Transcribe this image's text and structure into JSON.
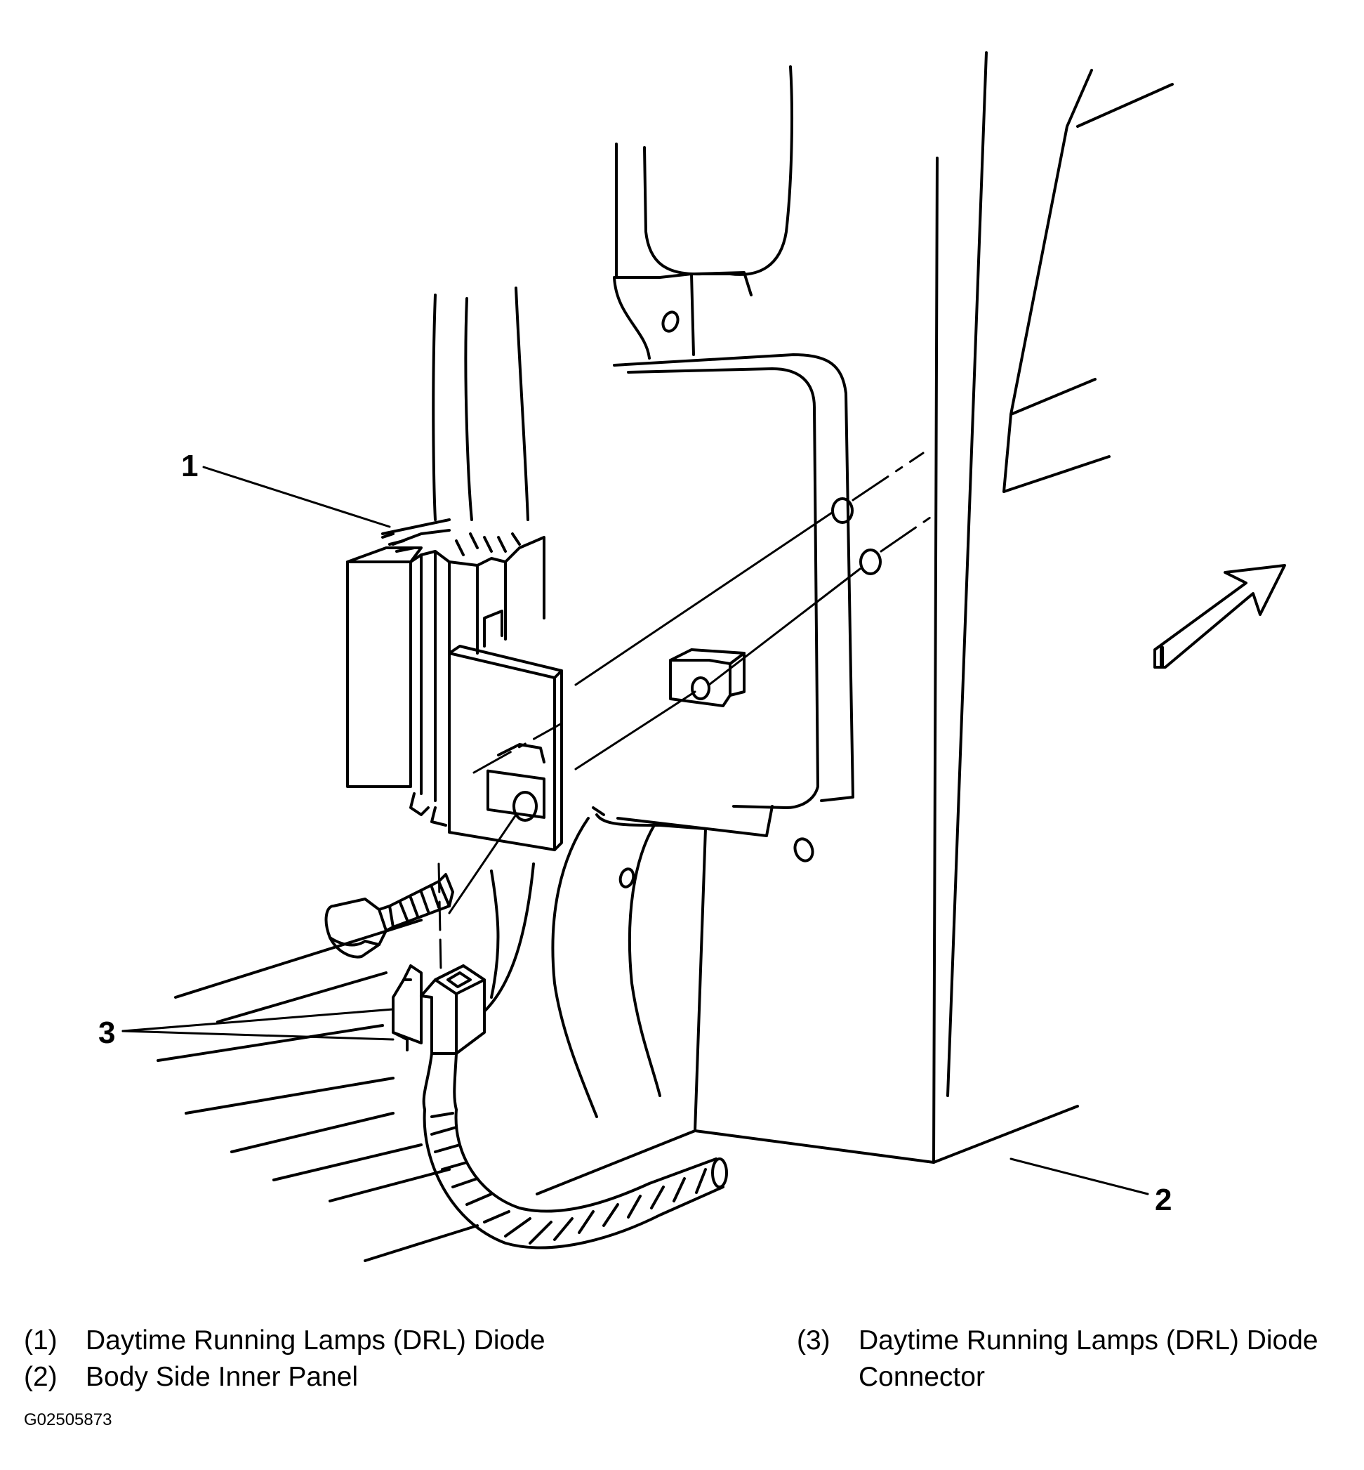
{
  "callouts": {
    "c1": "1",
    "c2": "2",
    "c3": "3"
  },
  "legend": {
    "items": [
      {
        "num": "(1)",
        "text": "Daytime Running Lamps (DRL) Diode"
      },
      {
        "num": "(2)",
        "text": "Body Side Inner Panel"
      },
      {
        "num": "(3)",
        "text": "Daytime Running Lamps (DRL) Diode",
        "text2": "Connector"
      }
    ]
  },
  "figure_id": "G02505873",
  "icons": {
    "direction": "forward-arrow-icon",
    "fastener": "bolt-icon"
  }
}
